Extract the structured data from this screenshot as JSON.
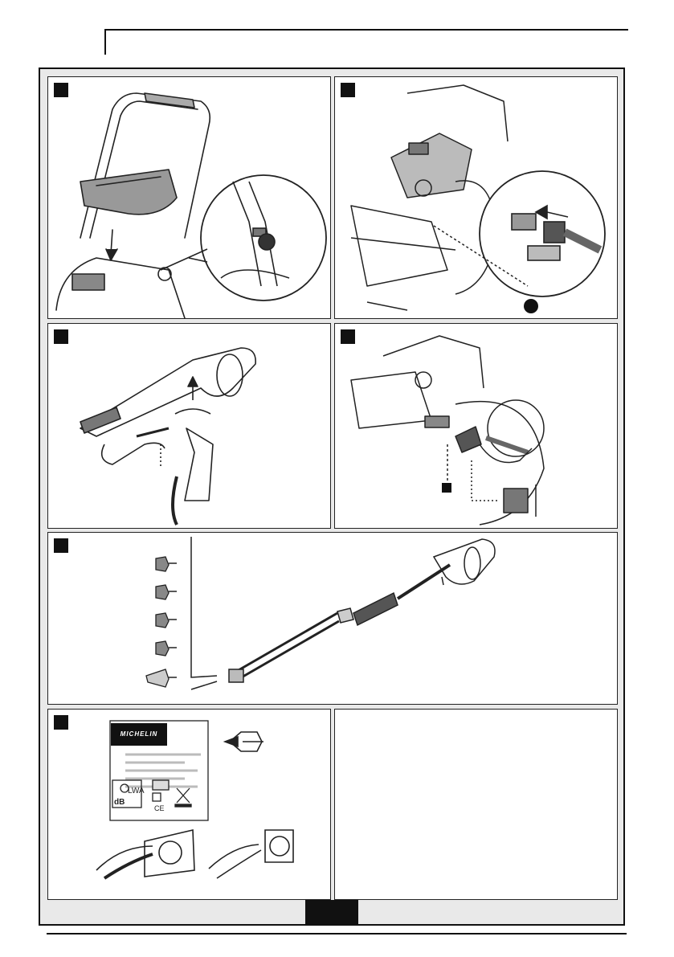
{
  "header": {},
  "panels": [
    {
      "id": 1,
      "description": "handle"
    },
    {
      "id": 2,
      "description": "hose-connection"
    },
    {
      "id": 3,
      "description": "gun-assembly"
    },
    {
      "id": 4,
      "description": "hose-to-pump"
    },
    {
      "id": 5,
      "description": "nozzles-lance"
    },
    {
      "id": 6,
      "description": "rating-label-plug"
    },
    {
      "id": 7,
      "description": "blank"
    }
  ],
  "rating_label": {
    "brand": "MICHELIN",
    "sound_power": "LWA",
    "unit": "dB",
    "mark": "CE"
  },
  "icons": [
    "manual-read-icon",
    "weee-bin-icon",
    "class-ii-square-icon"
  ]
}
